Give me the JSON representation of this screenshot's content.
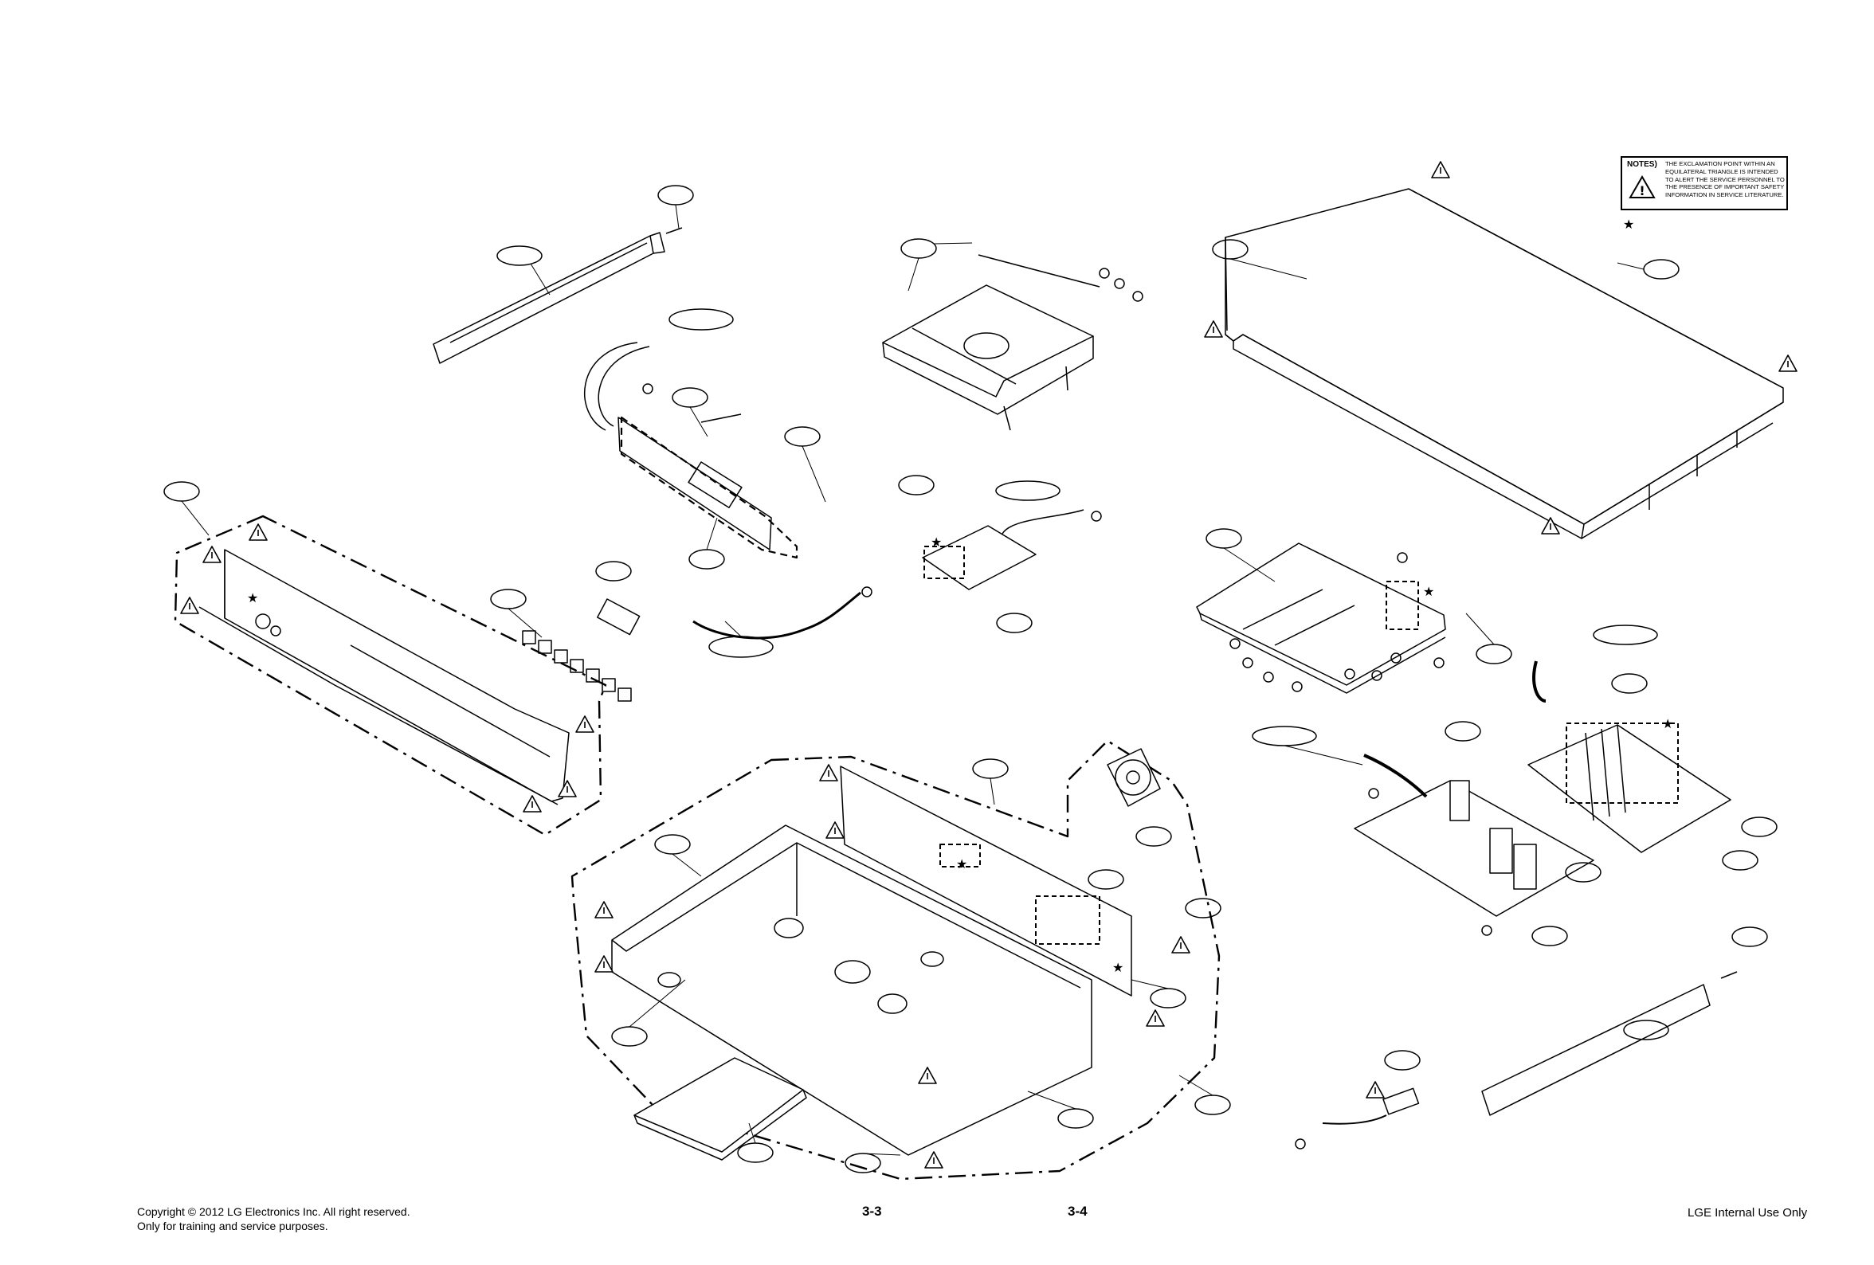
{
  "notes": {
    "heading": "NOTES)",
    "text": "THE EXCLAMATION POINT WITHIN AN EQUILATERAL TRIANGLE IS INTENDED TO ALERT THE SERVICE PERSONNEL TO THE PRESENCE OF IMPORTANT SAFETY INFORMATION IN SERVICE LITERATURE.",
    "star_symbol": "★"
  },
  "footer": {
    "copyright_line1": "Copyright © 2012 LG Electronics Inc. All right reserved.",
    "copyright_line2": "Only for training and service purposes.",
    "page_left": "3-3",
    "page_right": "3-4",
    "internal": "LGE Internal Use Only"
  },
  "warning_symbol": "!",
  "colors": {
    "line": "#000000",
    "background": "#ffffff"
  }
}
